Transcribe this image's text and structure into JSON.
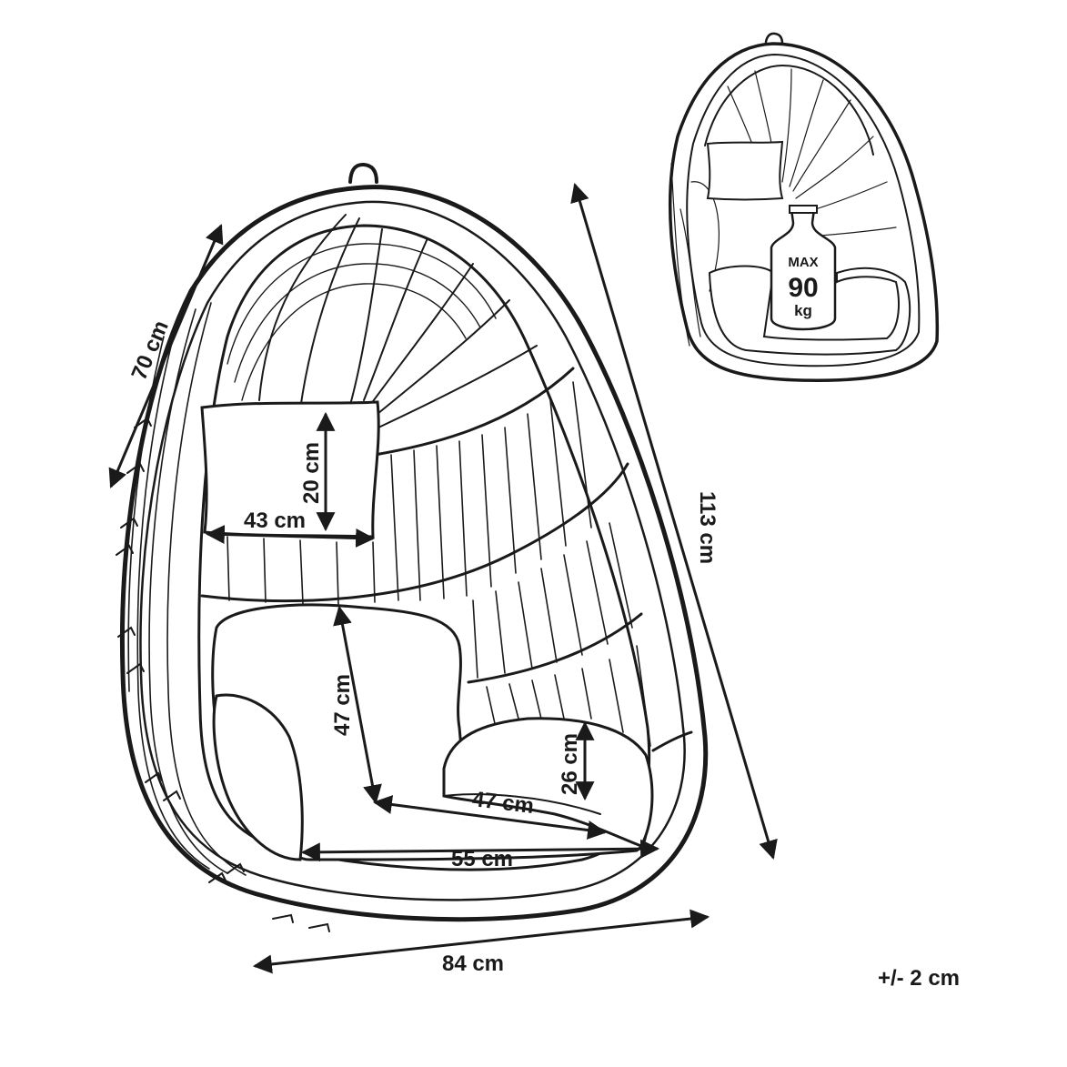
{
  "dimensions": {
    "back_height": "70 cm",
    "pillow_height": "20 cm",
    "pillow_width": "43 cm",
    "seat_back_height": "47 cm",
    "seat_depth": "47 cm",
    "armrest_height": "26 cm",
    "seat_width": "55 cm",
    "total_width": "84 cm",
    "total_height": "113 cm"
  },
  "weight_badge": {
    "line1": "MAX",
    "line2": "90",
    "line3": "kg"
  },
  "tolerance": "+/- 2 cm",
  "colors": {
    "line": "#1a1a1a",
    "fill": "#ffffff"
  }
}
